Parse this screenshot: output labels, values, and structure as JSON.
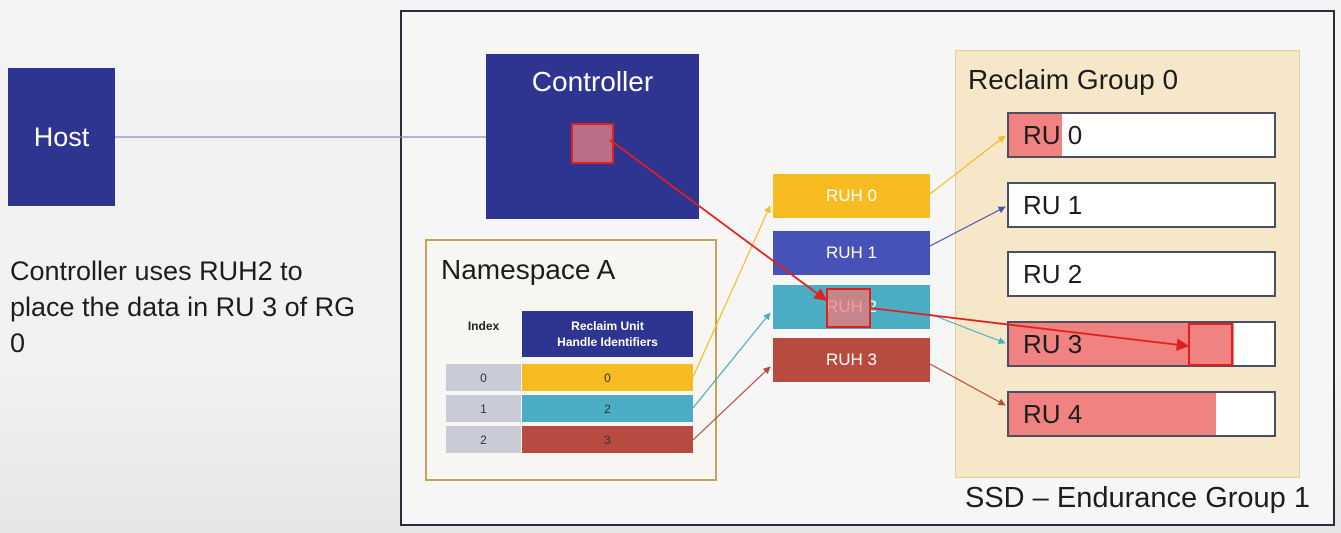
{
  "host": {
    "label": "Host"
  },
  "caption": {
    "text": "Controller uses RUH2 to place the data in RU 3 of RG 0"
  },
  "controller": {
    "label": "Controller"
  },
  "namespace": {
    "title": "Namespace A",
    "table": {
      "col_index": "Index",
      "col_ruhid_line1": "Reclaim Unit",
      "col_ruhid_line2": "Handle Identifiers",
      "rows": [
        {
          "index": "0",
          "ruhid": "0",
          "color": "#f6bc22"
        },
        {
          "index": "1",
          "ruhid": "2",
          "color": "#4aadc3"
        },
        {
          "index": "2",
          "ruhid": "3",
          "color": "#b84b40"
        }
      ]
    }
  },
  "ruhs": [
    {
      "label": "RUH 0",
      "color": "#f6bc22"
    },
    {
      "label": "RUH 1",
      "color": "#4652b8"
    },
    {
      "label": "RUH 2",
      "color": "#4aadc3"
    },
    {
      "label": "RUH 3",
      "color": "#b84b40"
    }
  ],
  "reclaim_group": {
    "title": "Reclaim Group 0",
    "units": [
      {
        "label": "RU 0",
        "fill": 0.2
      },
      {
        "label": "RU 1",
        "fill": 0
      },
      {
        "label": "RU 2",
        "fill": 0
      },
      {
        "label": "RU 3",
        "fill": 0.85
      },
      {
        "label": "RU 4",
        "fill": 0.78
      }
    ]
  },
  "ssd": {
    "label": "SSD – Endurance Group 1"
  },
  "colors": {
    "accent_navy": "#2e3591",
    "highlight_red": "#e0201c",
    "fill_red": "#f08282",
    "rg_bg": "#f5e7c8"
  }
}
